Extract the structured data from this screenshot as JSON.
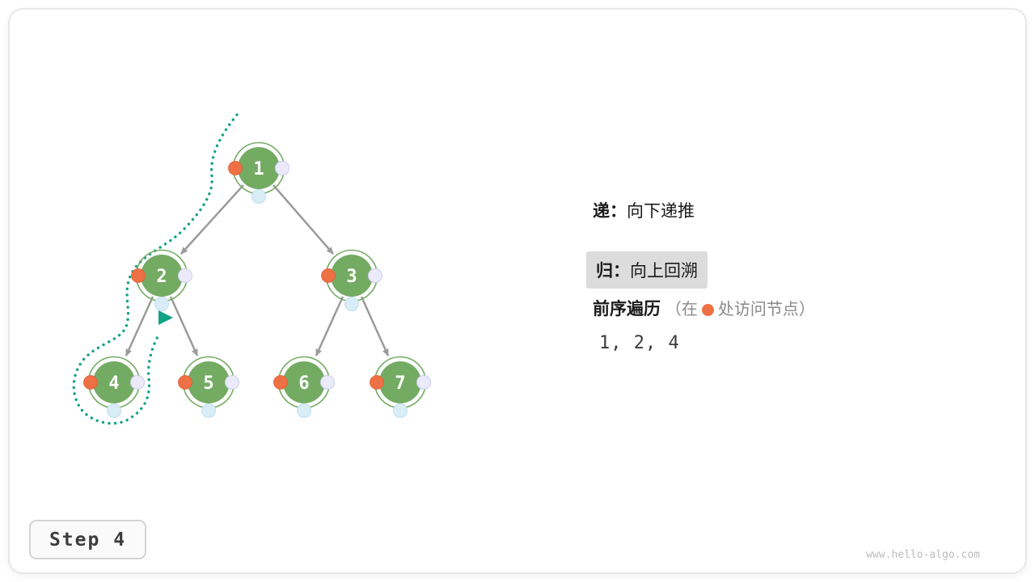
{
  "colors": {
    "node_green": "#74ab63",
    "preorder_orange": "#ee7045",
    "postorder_lavender": "#ebeafa",
    "inorder_blue": "#d8edf8",
    "edge_gray": "#9b9b9b",
    "trace_teal": "#12a384",
    "highlight_gray": "#dcdcdc"
  },
  "tree": {
    "nodes": [
      {
        "value": "1"
      },
      {
        "value": "2"
      },
      {
        "value": "3"
      },
      {
        "value": "4"
      },
      {
        "value": "5"
      },
      {
        "value": "6"
      },
      {
        "value": "7"
      }
    ]
  },
  "legend": {
    "recurse": {
      "label": "递：",
      "text": "向下递推"
    },
    "backtrack": {
      "label": "归：",
      "text": "向上回溯"
    }
  },
  "traversal": {
    "title": "前序遍历",
    "note_open": "（在",
    "note_close": "处访问节点）",
    "result": "1, 2, 4"
  },
  "step": {
    "label": "Step 4"
  },
  "watermark": "www.hello-algo.com"
}
